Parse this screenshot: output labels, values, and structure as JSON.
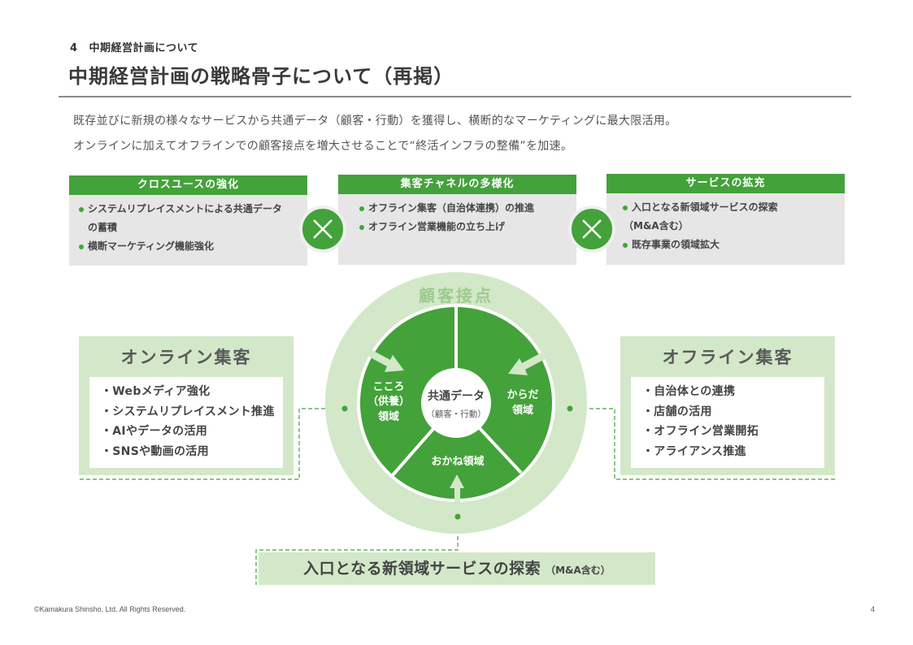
{
  "header": {
    "section_number": "4",
    "section_title": "中期経営計画について",
    "title": "中期経営計画の戦略骨子について（再掲）"
  },
  "lead": {
    "line1": "既存並びに新規の様々なサービスから共通データ（顧客・行動）を獲得し、横断的なマーケティングに最大限活用。",
    "line2": "オンラインに加えてオフラインでの顧客接点を増大させることで“終活インフラの整備”を加速。"
  },
  "strategies": [
    {
      "title": "クロスユースの強化",
      "items": [
        {
          "line1": "システムリプレイスメントによる共通データ",
          "line2": "の蓄積"
        },
        {
          "line1": "横断マーケティング機能強化",
          "line2": ""
        }
      ]
    },
    {
      "title": "集客チャネルの多様化",
      "items": [
        {
          "line1": "オフライン集客（自治体連携）の推進",
          "line2": ""
        },
        {
          "line1": "オフライン営業機能の立ち上げ",
          "line2": ""
        }
      ]
    },
    {
      "title": "サービスの拡充",
      "items": [
        {
          "line1": "入口となる新領域サービスの探索",
          "line2": "（M&A含む）"
        },
        {
          "line1": "既存事業の領域拡大",
          "line2": ""
        }
      ]
    }
  ],
  "operators": [
    "times-icon",
    "times-icon"
  ],
  "online": {
    "title": "オンライン集客",
    "items": [
      "・Webメディア強化",
      "・システムリプレイスメント推進",
      "・AIやデータの活用",
      "・SNSや動画の活用"
    ]
  },
  "offline": {
    "title": "オフライン集客",
    "items": [
      "・自治体との連携",
      "・店舗の活用",
      "・オフライン営業開拓",
      "・アライアンス推進"
    ]
  },
  "circle": {
    "ring_label": "顧客接点",
    "center_title": "共通データ",
    "center_sub": "（顧客・行動）",
    "segments": {
      "kokoro_line1": "こころ",
      "kokoro_line2": "（供養）",
      "kokoro_line3": "領域",
      "karada_line1": "からだ",
      "karada_line2": "領域",
      "okane": "おかね領域"
    }
  },
  "bottom": {
    "main": "入口となる新領域サービスの探索",
    "sub": "（M&A含む）"
  },
  "footer": {
    "copyright": "©Kamakura Shinsho, Ltd. All Rights Reserved.",
    "page": "4"
  },
  "colors": {
    "accent": "#43a23a",
    "light_green": "#d3e8c8",
    "panel_grey": "#e6e6e6",
    "text": "#404040"
  }
}
